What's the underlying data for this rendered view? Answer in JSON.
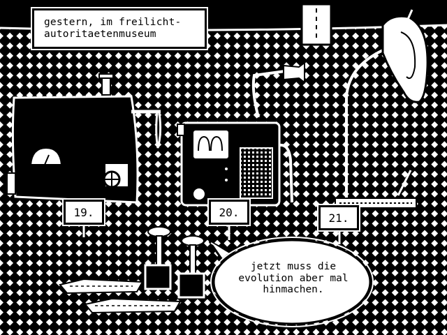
{
  "narration": {
    "text": "gestern, im freilicht-\nautoritaetenmuseum"
  },
  "exhibits": [
    {
      "label": "19."
    },
    {
      "label": "20."
    },
    {
      "label": "21."
    }
  ],
  "dialogue": {
    "text": "jetzt muss die\nevolution aber mal\nhinmachen."
  },
  "colors": {
    "ink": "#000000",
    "paper": "#ffffff"
  }
}
